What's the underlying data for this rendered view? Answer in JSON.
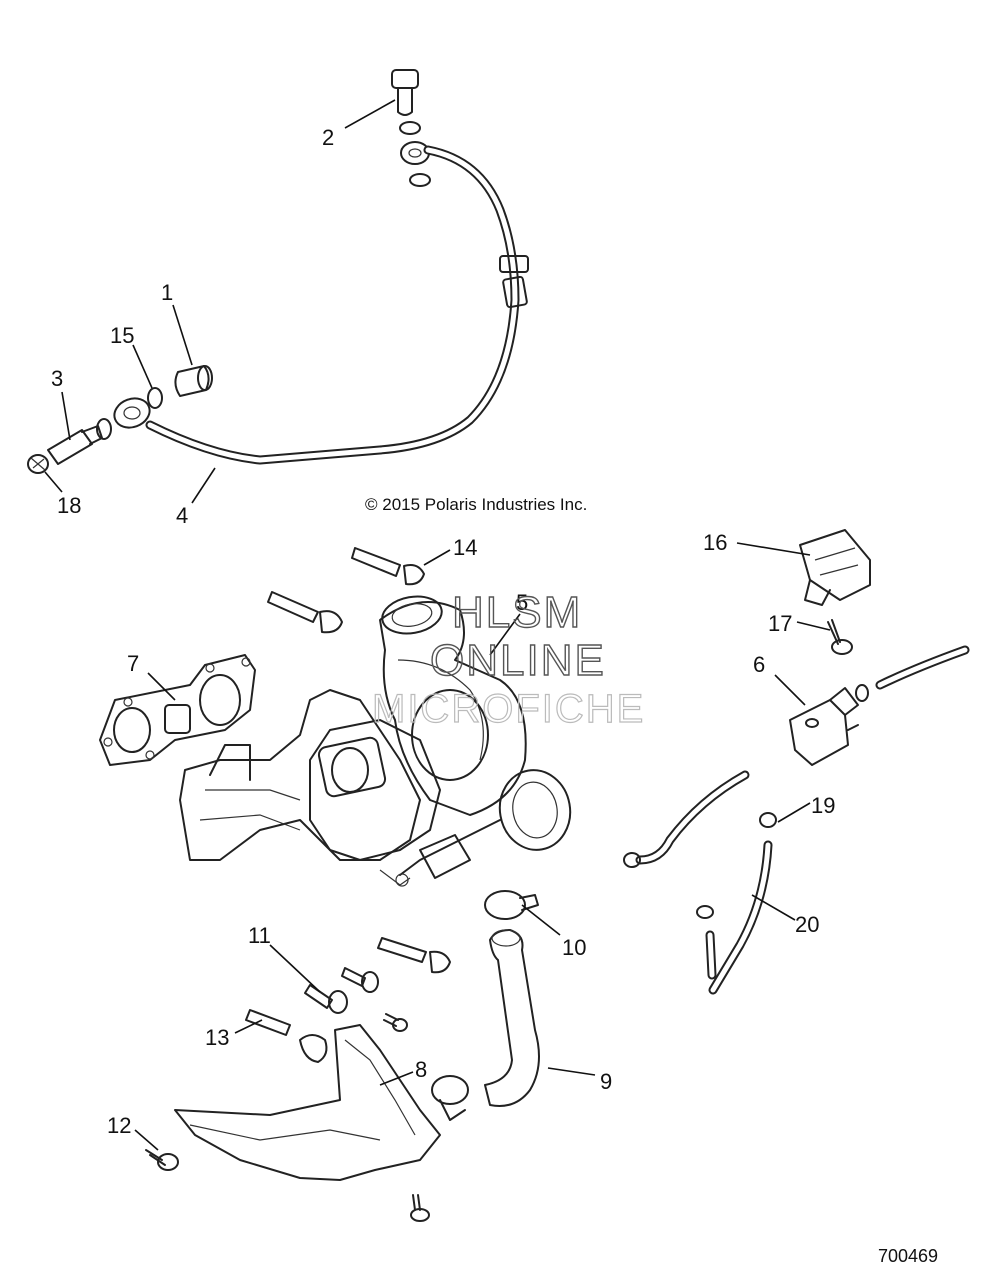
{
  "diagram": {
    "copyright": "© 2015 Polaris Industries Inc.",
    "figure_number": "700469",
    "watermark": {
      "line1": "HLSM",
      "line2": "ONLINE",
      "line3": "MICROFICHE"
    },
    "callouts": [
      {
        "id": "c1",
        "label": "1"
      },
      {
        "id": "c2",
        "label": "2"
      },
      {
        "id": "c3",
        "label": "3"
      },
      {
        "id": "c4",
        "label": "4"
      },
      {
        "id": "c5",
        "label": "5"
      },
      {
        "id": "c6",
        "label": "6"
      },
      {
        "id": "c7",
        "label": "7"
      },
      {
        "id": "c8",
        "label": "8"
      },
      {
        "id": "c9",
        "label": "9"
      },
      {
        "id": "c10",
        "label": "10"
      },
      {
        "id": "c11",
        "label": "11"
      },
      {
        "id": "c12",
        "label": "12"
      },
      {
        "id": "c13",
        "label": "13"
      },
      {
        "id": "c14",
        "label": "14"
      },
      {
        "id": "c15",
        "label": "15"
      },
      {
        "id": "c16",
        "label": "16"
      },
      {
        "id": "c17",
        "label": "17"
      },
      {
        "id": "c18",
        "label": "18"
      },
      {
        "id": "c19",
        "label": "19"
      },
      {
        "id": "c20",
        "label": "20"
      }
    ]
  }
}
